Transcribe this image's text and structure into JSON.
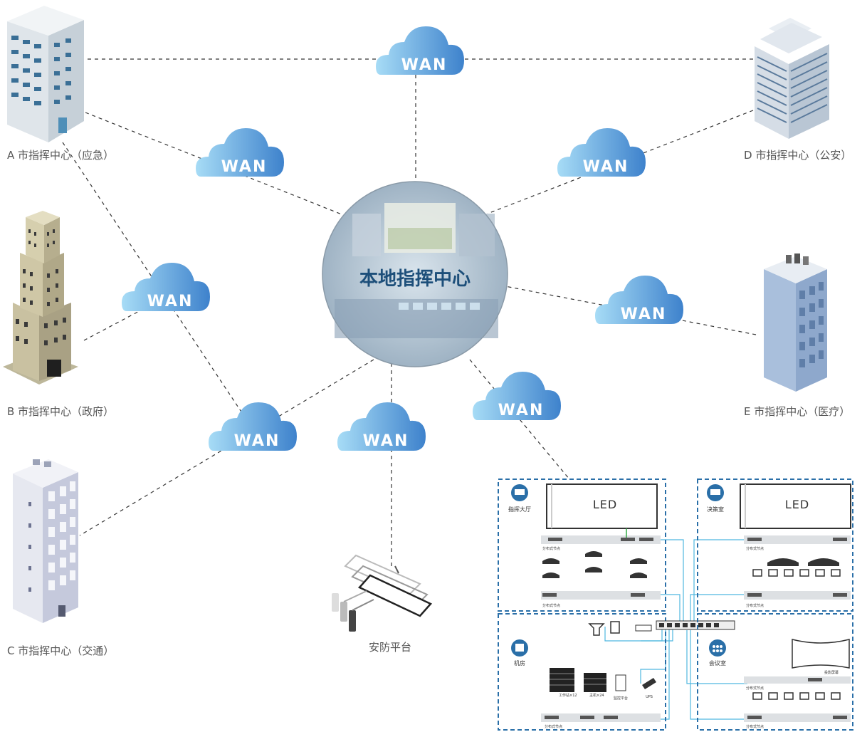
{
  "center": {
    "title": "本地指挥中心"
  },
  "wan_label": "WAN",
  "cities": {
    "a": "A 市指挥中心（应急）",
    "b": "B 市指挥中心（政府）",
    "c": "C 市指挥中心（交通）",
    "d": "D 市指挥中心（公安）",
    "e": "E 市指挥中心（医疗）"
  },
  "security": {
    "label": "安防平台"
  },
  "rooms": {
    "hall": "指挥大厅",
    "decision": "决策室",
    "machine": "机房",
    "meeting": "会议室"
  },
  "led_label": "LED",
  "node_label": "分布式节点",
  "equipment": {
    "workstation": "工作站×12",
    "host": "主机×24",
    "control": "监控平台",
    "ups": "UPS",
    "projector": "投影屏幕"
  },
  "colors": {
    "wan_cloud_left": "#9fd8f5",
    "wan_cloud_right": "#3f86cf",
    "network_line": "#333333",
    "room_border": "#2a6fa8",
    "cable_blue": "#4fb8e0"
  }
}
